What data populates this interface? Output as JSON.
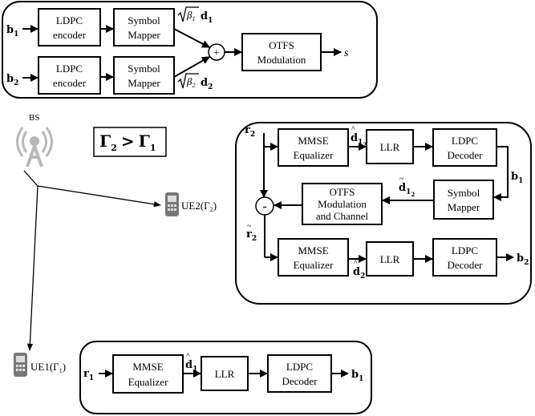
{
  "tx": {
    "ldpc1": [
      "LDPC",
      "encoder"
    ],
    "ldpc2": [
      "LDPC",
      "encoder"
    ],
    "mapper1": [
      "Symbol",
      "Mapper"
    ],
    "mapper2": [
      "Symbol",
      "Mapper"
    ],
    "otfs": [
      "OTFS",
      "Modulation"
    ],
    "sum": "+",
    "in1": "b",
    "in1_sub": "1",
    "in2": "b",
    "in2_sub": "2",
    "beta1_label": "β",
    "beta1_sub": "1",
    "d1": "d",
    "d1_sub": "1",
    "beta2_label": "β",
    "beta2_sub": "2",
    "d2": "d",
    "d2_sub": "2",
    "out": "s"
  },
  "bs": {
    "label": "BS"
  },
  "gamma": {
    "g": "Γ",
    "sub_left": "2",
    "op": ">",
    "sub_right": "1"
  },
  "ue2": {
    "label": "UE2(Γ",
    "sub": "2",
    "close": ")",
    "r2": "r",
    "r2_sub": "2",
    "mmse1": [
      "MMSE",
      "Equalizer"
    ],
    "d_hat": "d",
    "d_hat_sub": "1",
    "d_hat_subsub": "2",
    "llr1": "LLR",
    "dec1": [
      "LDPC",
      "Decoder"
    ],
    "b1": "b",
    "b1_sub": "1",
    "mapper": [
      "Symbol",
      "Mapper"
    ],
    "d_tilde": "d",
    "d_tilde_sub": "1",
    "d_tilde_subsub": "2",
    "otfs": [
      "OTFS",
      "Modulation",
      "and Channel"
    ],
    "minus": "-",
    "r2_tilde": "r",
    "r2_tilde_sub": "2",
    "mmse2": [
      "MMSE",
      "Equalizer"
    ],
    "d2_hat": "d",
    "d2_hat_sub": "2",
    "llr2": "LLR",
    "dec2": [
      "LDPC",
      "Decoder"
    ],
    "b2": "b",
    "b2_sub": "2"
  },
  "ue1": {
    "label": "UE1(Γ",
    "sub": "1",
    "close": ")",
    "r1": "r",
    "r1_sub": "1",
    "mmse": [
      "MMSE",
      "Equalizer"
    ],
    "d1_hat": "d",
    "d1_hat_sub": "1",
    "llr": "LLR",
    "dec": [
      "LDPC",
      "Decoder"
    ],
    "b1": "b",
    "b1_sub": "1"
  }
}
